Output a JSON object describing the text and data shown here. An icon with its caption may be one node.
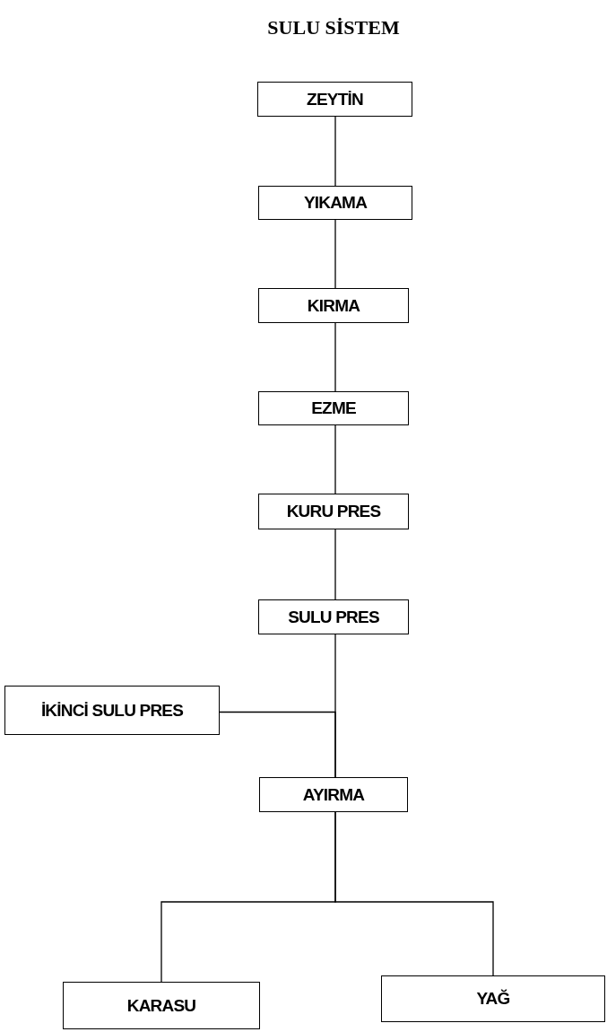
{
  "diagram": {
    "title": "SULU SİSTEM",
    "nodes": [
      {
        "text": [
          "ZEYTİN"
        ]
      },
      {
        "text": [
          "YIKAMA"
        ]
      },
      {
        "text": [
          "KIRMA"
        ]
      },
      {
        "text": [
          "EZME"
        ]
      },
      {
        "text": [
          "KURU PRES"
        ]
      },
      {
        "text": [
          "SULU PRES"
        ]
      },
      {
        "text": [
          "İKİNCİ SULU PRES"
        ]
      },
      {
        "text": [
          "AYIRMA"
        ]
      },
      {
        "text": [
          "KARASU"
        ]
      },
      {
        "text": [
          "YAĞ"
        ]
      }
    ],
    "edges": [
      {
        "from": 0,
        "to": 1,
        "arrow": "none"
      },
      {
        "from": 1,
        "to": 2,
        "arrow": "none"
      },
      {
        "from": 2,
        "to": 3,
        "arrow": "none"
      },
      {
        "from": 3,
        "to": 4,
        "arrow": "none"
      },
      {
        "from": 4,
        "to": 5,
        "arrow": "none"
      },
      {
        "from": 5,
        "to": 7,
        "arrow": "none"
      },
      {
        "from": 6,
        "to": 7,
        "arrow": "none"
      },
      {
        "from": 7,
        "to": 8,
        "arrow": "none"
      },
      {
        "from": 7,
        "to": 9,
        "arrow": "none"
      }
    ]
  }
}
